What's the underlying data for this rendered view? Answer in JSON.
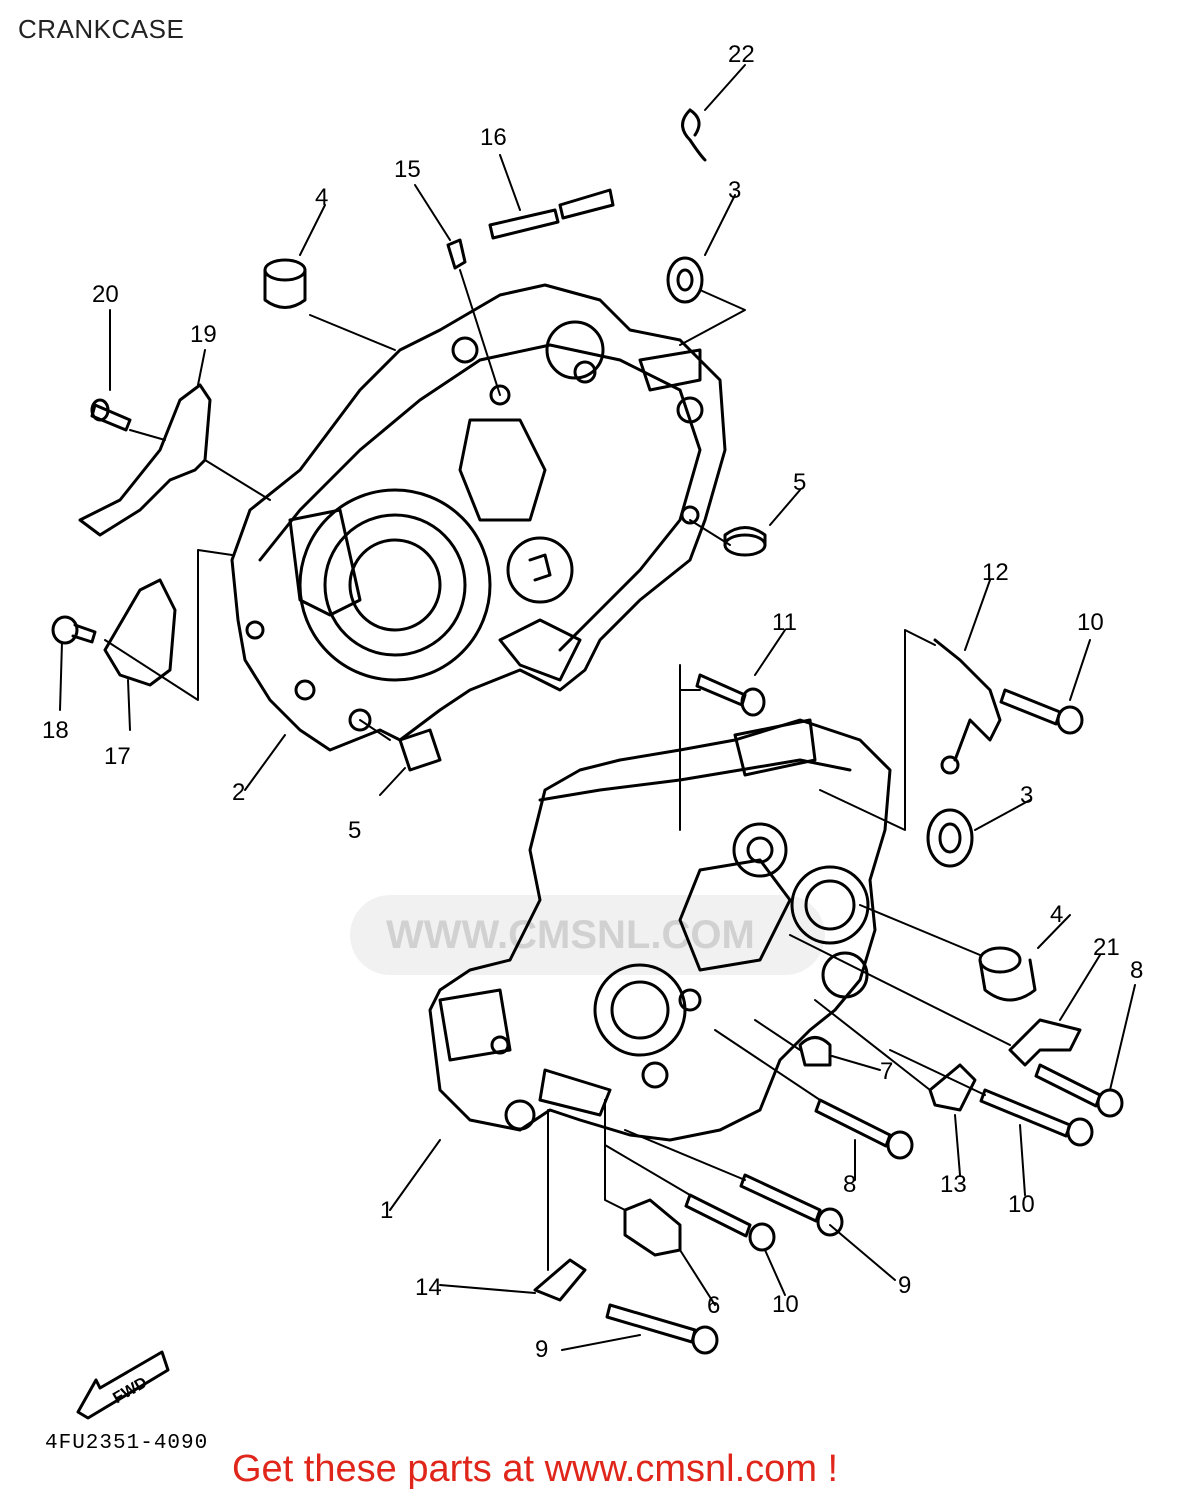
{
  "header": {
    "title": "CRANKCASE"
  },
  "callouts": [
    "1",
    "2",
    "3",
    "3",
    "4",
    "4",
    "5",
    "5",
    "6",
    "7",
    "8",
    "8",
    "9",
    "9",
    "10",
    "10",
    "10",
    "11",
    "12",
    "13",
    "14",
    "15",
    "16",
    "17",
    "18",
    "19",
    "20",
    "21",
    "22"
  ],
  "fwd_label": "FWD",
  "diagram_code": "4FU2351-4090",
  "banner": "Get these parts at www.cmsnl.com !",
  "watermark": "WWW.CMSNL.COM",
  "colors": {
    "line": "#000000",
    "banner": "#e0261b"
  }
}
